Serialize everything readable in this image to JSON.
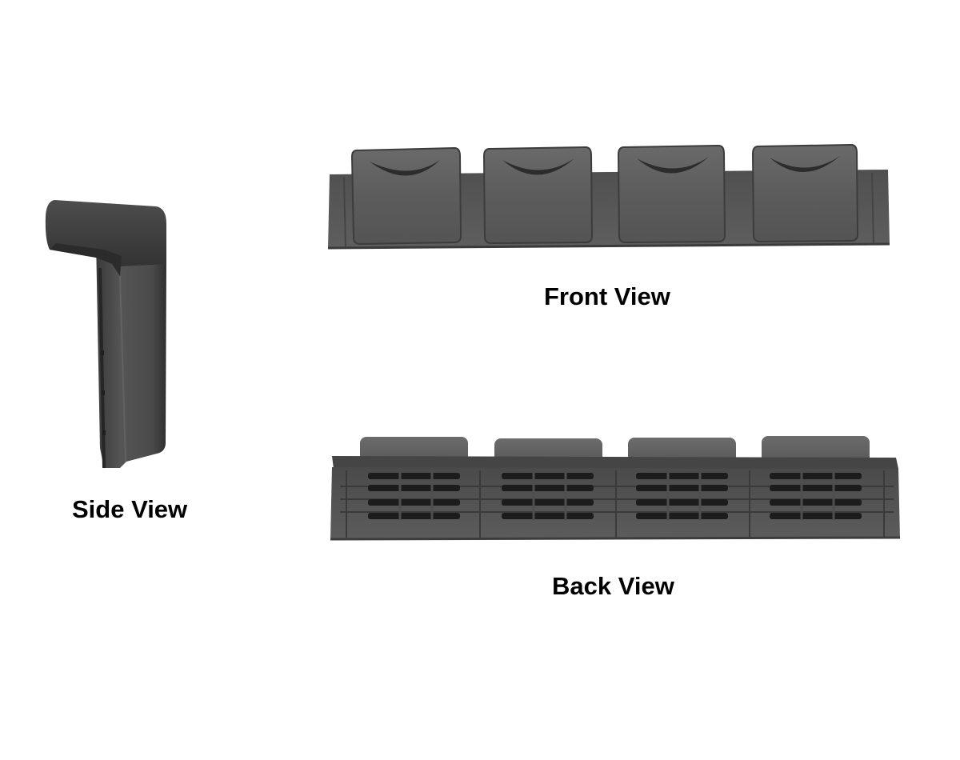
{
  "colors": {
    "background": "#ffffff",
    "part_body": "#5a5a5a",
    "part_dark": "#3e3e3e",
    "part_shadow": "#2e2e2e",
    "part_highlight": "#7a7a7a",
    "slot": "#1c1c1c",
    "caption_text": "#000000"
  },
  "views": {
    "side": {
      "caption": "Side View",
      "icon": "side-profile-illustration"
    },
    "front": {
      "caption": "Front View",
      "icon": "front-cushion-illustration",
      "pad_count": 4
    },
    "back": {
      "caption": "Back View",
      "icon": "back-vented-illustration",
      "pad_count": 4,
      "slot_rows": 4
    }
  }
}
